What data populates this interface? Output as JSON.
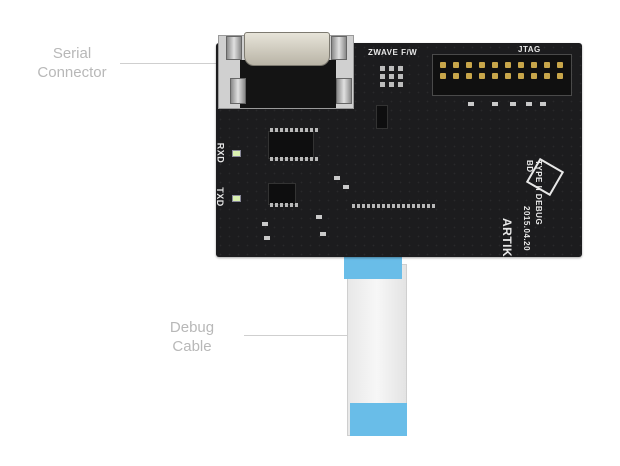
{
  "callouts": {
    "serial": {
      "line1": "Serial",
      "line2": "Connector"
    },
    "debug": {
      "line1": "Debug",
      "line2": "Cable"
    }
  },
  "board": {
    "label_zwave": "ZWAVE F/W",
    "label_jtag": "JTAG",
    "label_rxd": "RXD",
    "label_txd": "TXD",
    "label_artik": "ARTIK",
    "label_type": "TYPE II DEBUG BD",
    "label_date": "2015.04.20"
  },
  "colors": {
    "board": "#1c1c1e",
    "cable_tab": "#69bde8",
    "callout_text": "#b8b8b8"
  }
}
